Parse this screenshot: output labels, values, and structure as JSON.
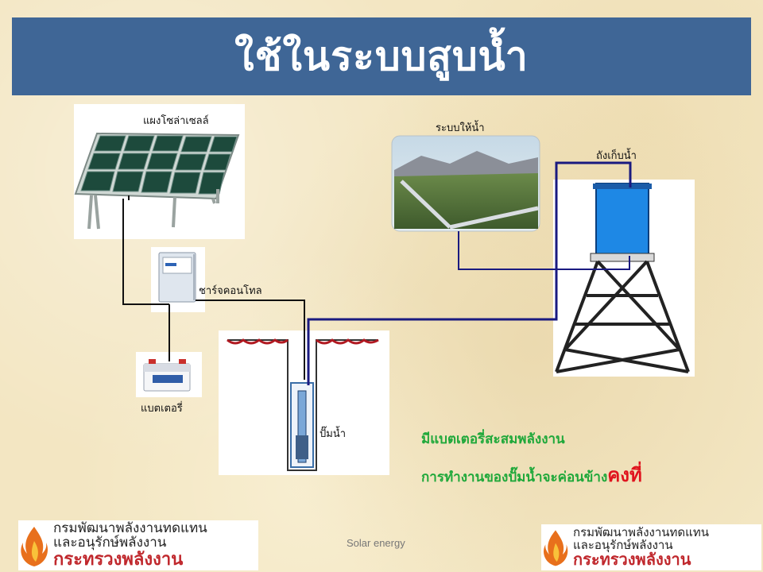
{
  "slide": {
    "title": "ใช้ในระบบสูบน้ำ",
    "footer": "Solar energy"
  },
  "labels": {
    "solar_panel": "แผงโซล่าเซลล์",
    "irrigation": "ระบบให้น้ำ",
    "water_tank": "ถังเก็บน้ำ",
    "charge_controller": "ชาร์จคอนโทล",
    "battery": "แบตเตอรี่",
    "water_pump": "ปั๊มน้ำ"
  },
  "notes": {
    "line1": "มีแบตเตอรี่สะสมพลังงาน",
    "line2_prefix": "การทำงานของปั๊มน้ำจะค่อนข้าง",
    "line2_emphasis": "คงที่"
  },
  "logo": {
    "line1": "กรมพัฒนาพลังงานทดแทน",
    "line2": "และอนุรักษ์พลังงาน",
    "line3": "กระทรวงพลังงาน"
  },
  "colors": {
    "title_bg": "#3f6696",
    "note_green": "#1fa83a",
    "note_red": "#e0141e",
    "water_line": "#1a1a80",
    "tank_blue": "#1e88e5"
  }
}
